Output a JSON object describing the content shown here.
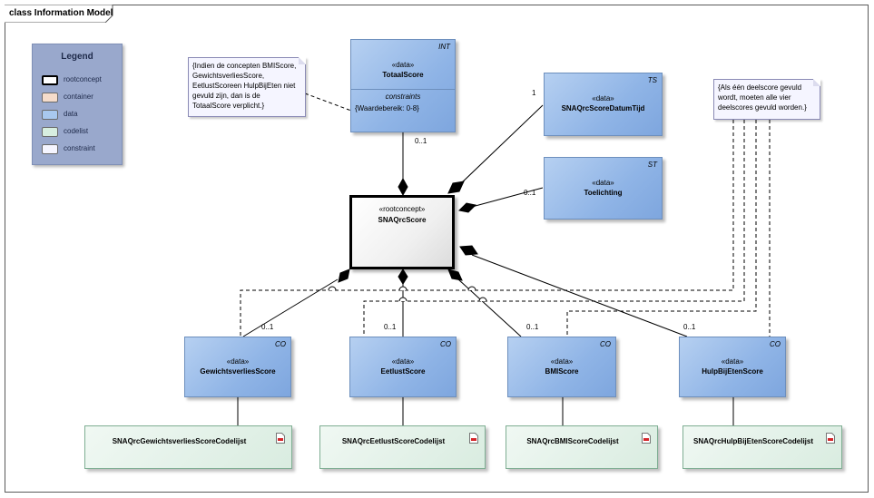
{
  "frame": {
    "title": "class Information Model"
  },
  "legend": {
    "title": "Legend",
    "items": [
      {
        "label": "rootconcept",
        "color": "#ffffff",
        "thick": true
      },
      {
        "label": "container",
        "color": "#f5dccb"
      },
      {
        "label": "data",
        "color": "#a8c8ee"
      },
      {
        "label": "codelist",
        "color": "#d7eee0"
      },
      {
        "label": "constraint",
        "color": "#f5f5ff"
      }
    ]
  },
  "classes": {
    "totaal": {
      "tag": "INT",
      "stereotype": "«data»",
      "name": "TotaalScore",
      "constraints_header": "constraints",
      "constraint": "{Waardebereik: 0-8}"
    },
    "datum": {
      "tag": "TS",
      "stereotype": "«data»",
      "name": "SNAQrcScoreDatumTijd"
    },
    "toel": {
      "tag": "ST",
      "stereotype": "«data»",
      "name": "Toelichting"
    },
    "root": {
      "stereotype": "«rootconcept»",
      "name": "SNAQrcScore"
    },
    "gew": {
      "tag": "CO",
      "stereotype": "«data»",
      "name": "GewichtsverliesScore"
    },
    "eet": {
      "tag": "CO",
      "stereotype": "«data»",
      "name": "EetlustScore"
    },
    "bmi": {
      "tag": "CO",
      "stereotype": "«data»",
      "name": "BMIScore"
    },
    "hulp": {
      "tag": "CO",
      "stereotype": "«data»",
      "name": "HulpBijEtenScore"
    }
  },
  "codelists": {
    "gew": "SNAQrcGewichtsverliesScoreCodelijst",
    "eet": "SNAQrcEetlustScoreCodelijst",
    "bmi": "SNAQrcBMIScoreCodelijst",
    "hulp": "SNAQrcHulpBijEtenScoreCodelijst"
  },
  "notes": {
    "left": [
      "{Indien de concepten BMIScore,",
      "GewichtsverliesScore,",
      "EetlustScoreen HulpBijEten niet",
      "gevuld zijn, dan is de",
      "TotaalScore verplicht.}"
    ],
    "right": [
      "{Als één deelscore gevuld",
      "wordt, moeten alle vier",
      "deelscores gevuld worden.}"
    ]
  },
  "multiplicities": {
    "totaal": "0..1",
    "datum": "1",
    "toel": "0..1",
    "gew": "0..1",
    "eet": "0..1",
    "bmi": "0..1",
    "hulp": "0..1"
  }
}
